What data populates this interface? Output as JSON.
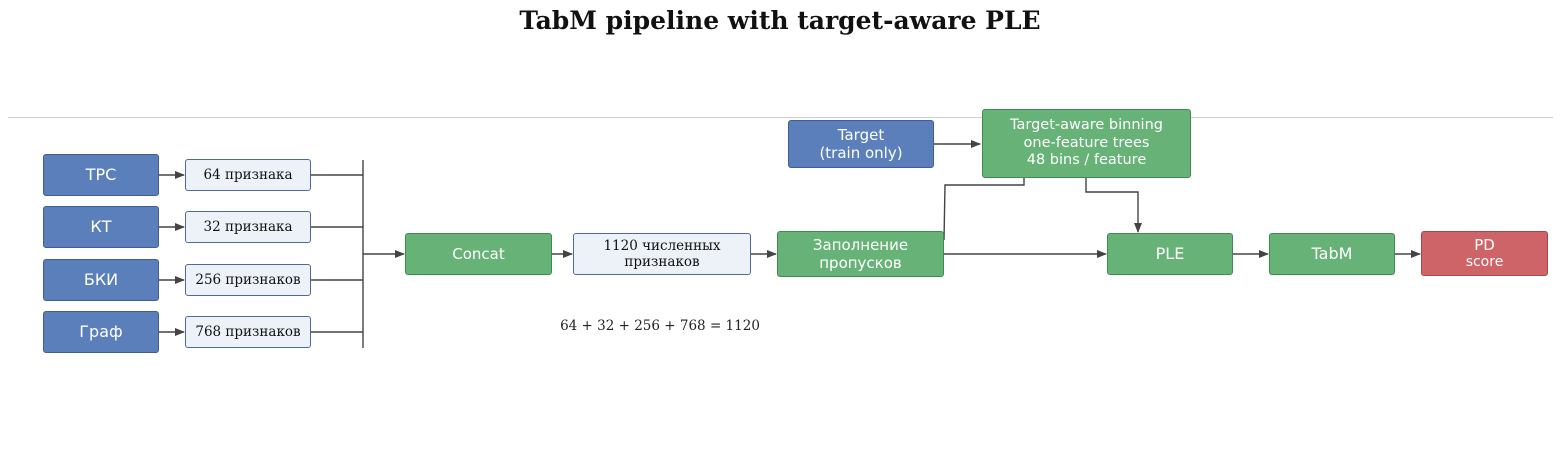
{
  "title": "TabM pipeline with target-aware PLE",
  "sources": [
    {
      "label": "TPC"
    },
    {
      "label": "КТ"
    },
    {
      "label": "БКИ"
    },
    {
      "label": "Граф"
    }
  ],
  "features": [
    {
      "label": "64 признака"
    },
    {
      "label": "32 признака"
    },
    {
      "label": "256 признаков"
    },
    {
      "label": "768 признаков"
    }
  ],
  "concat": "Concat",
  "numeric_features": {
    "line1": "1120 численных",
    "line2": "признаков"
  },
  "imputation": {
    "line1": "Заполнение",
    "line2": "пропусков"
  },
  "target": {
    "line1": "Target",
    "line2": "(train only)"
  },
  "binning": {
    "line1": "Target-aware binning",
    "line2": "one-feature trees",
    "line3": "48 bins / feature"
  },
  "ple": "PLE",
  "tabm": "TabM",
  "output": {
    "line1": "PD",
    "line2": "score"
  },
  "formula": "64 + 32 + 256 + 768 = 1120",
  "colors": {
    "source": "#5b7fba",
    "feature": "#edf2f9",
    "process": "#67b276",
    "output": "#cf6468",
    "wire": "#444444"
  }
}
